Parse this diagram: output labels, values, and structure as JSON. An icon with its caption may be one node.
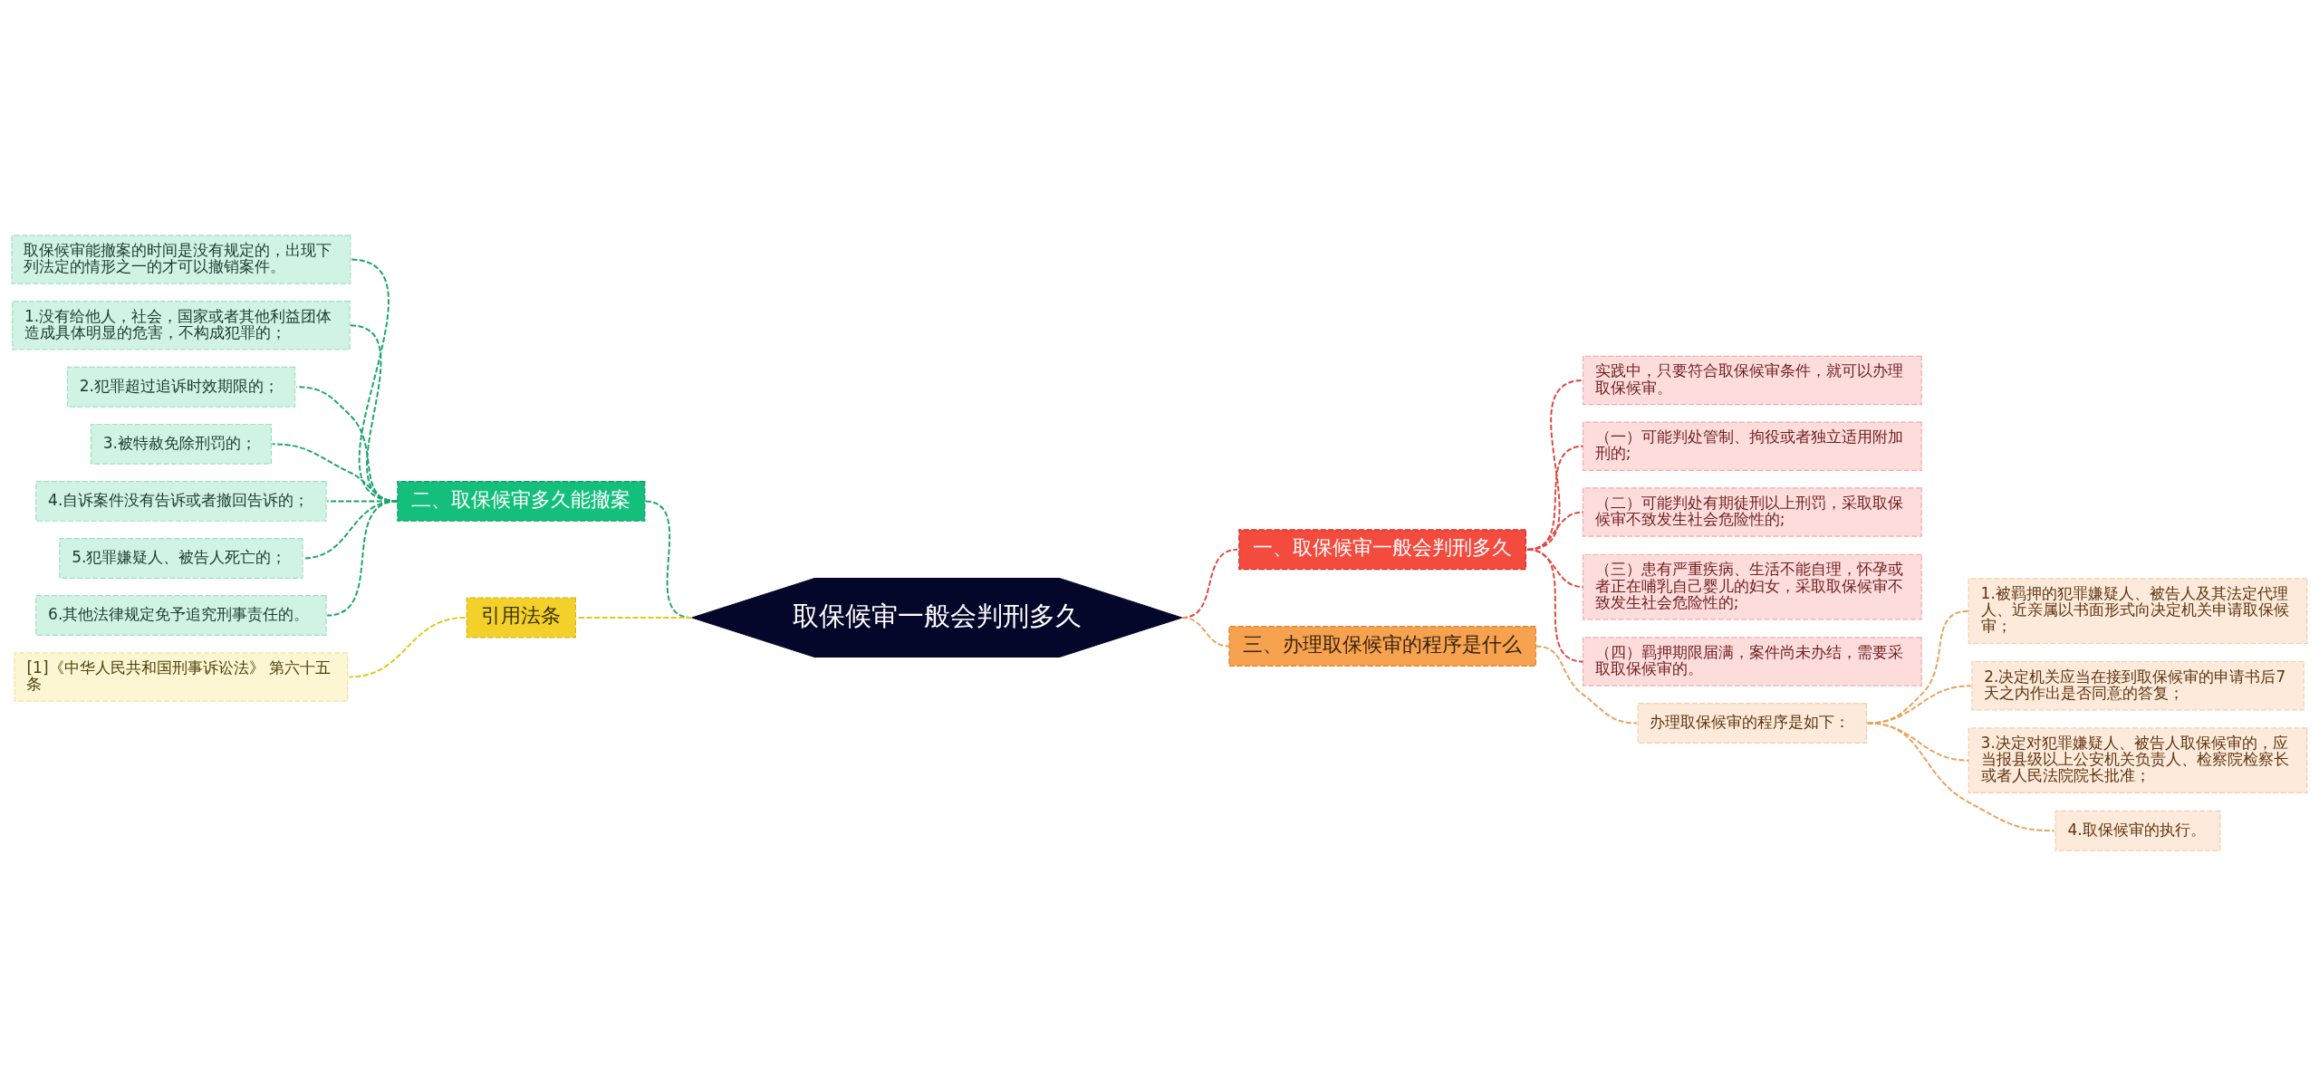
{
  "diagram": {
    "nodes": [
      {
        "text": [
          "取保候审一般会判刑多久"
        ]
      },
      {
        "text": [
          "一、取保候审一般会判刑多久"
        ]
      },
      {
        "text": [
          "实践中，只要符合取保候审条件，就可以办理取保候审。"
        ]
      },
      {
        "text": [
          "（一）可能判处管制、拘役或者独立适用附加刑的;"
        ]
      },
      {
        "text": [
          "（二）可能判处有期徒刑以上刑罚，采取取保候审不致发生社会危险性的;"
        ]
      },
      {
        "text": [
          "（三）患有严重疾病、生活不能自理，怀孕或者正在哺乳自己婴儿的妇女，采取取保候审不致发生社会危险性的;"
        ]
      },
      {
        "text": [
          "（四）羁押期限届满，案件尚未办结，需要采取取保候审的。"
        ]
      },
      {
        "text": [
          "三、办理取保候审的程序是什么"
        ]
      },
      {
        "text": [
          "办理取保候审的程序是如下："
        ]
      },
      {
        "text": [
          "1.被羁押的犯罪嫌疑人、被告人及其法定代理人、近亲属以书面形式向决定机关申请取保候审；"
        ]
      },
      {
        "text": [
          "2.决定机关应当在接到取保候审的申请书后7天之内作出是否同意的答复；"
        ]
      },
      {
        "text": [
          "3.决定对犯罪嫌疑人、被告人取保候审的，应当报县级以上公安机关负责人、检察院检察长或者人民法院院长批准；"
        ]
      },
      {
        "text": [
          "4.取保候审的执行。"
        ]
      },
      {
        "text": [
          "二、取保候审多久能撤案"
        ]
      },
      {
        "text": [
          "取保候审能撤案的时间是没有规定的，出现下列法定的情形之一的才可以撤销案件。"
        ]
      },
      {
        "text": [
          "1.没有给他人，社会，国家或者其他利益团体造成具体明显的危害，不构成犯罪的；"
        ]
      },
      {
        "text": [
          "2.犯罪超过追诉时效期限的；"
        ]
      },
      {
        "text": [
          "3.被特赦免除刑罚的；"
        ]
      },
      {
        "text": [
          "4.自诉案件没有告诉或者撤回告诉的；"
        ]
      },
      {
        "text": [
          "5.犯罪嫌疑人、被告人死亡的；"
        ]
      },
      {
        "text": [
          "6.其他法律规定免予追究刑事责任的。"
        ]
      },
      {
        "text": [
          "引用法条"
        ]
      },
      {
        "text": [
          "[1]《中华人民共和国刑事诉讼法》 第六十五条"
        ]
      }
    ],
    "edges": [
      {
        "from": 0,
        "to": 1,
        "arrow": "none",
        "style": "dashed",
        "color": "#e0463f"
      },
      {
        "from": 1,
        "to": 2,
        "arrow": "none",
        "style": "dashed",
        "color": "#e0463f"
      },
      {
        "from": 1,
        "to": 3,
        "arrow": "none",
        "style": "dashed",
        "color": "#e0463f"
      },
      {
        "from": 1,
        "to": 4,
        "arrow": "none",
        "style": "dashed",
        "color": "#e0463f"
      },
      {
        "from": 1,
        "to": 5,
        "arrow": "none",
        "style": "dashed",
        "color": "#e0463f"
      },
      {
        "from": 1,
        "to": 6,
        "arrow": "none",
        "style": "dashed",
        "color": "#e0463f"
      },
      {
        "from": 0,
        "to": 7,
        "arrow": "none",
        "style": "dashed",
        "color": "#e8a25a"
      },
      {
        "from": 7,
        "to": 8,
        "arrow": "none",
        "style": "dashed",
        "color": "#e8a25a"
      },
      {
        "from": 8,
        "to": 9,
        "arrow": "none",
        "style": "dashed",
        "color": "#e8a25a"
      },
      {
        "from": 8,
        "to": 10,
        "arrow": "none",
        "style": "dashed",
        "color": "#e8a25a"
      },
      {
        "from": 8,
        "to": 11,
        "arrow": "none",
        "style": "dashed",
        "color": "#e8a25a"
      },
      {
        "from": 8,
        "to": 12,
        "arrow": "none",
        "style": "dashed",
        "color": "#e8a25a"
      },
      {
        "from": 0,
        "to": 13,
        "arrow": "none",
        "style": "dashed",
        "color": "#1aa56a"
      },
      {
        "from": 13,
        "to": 14,
        "arrow": "none",
        "style": "dashed",
        "color": "#1aa56a"
      },
      {
        "from": 13,
        "to": 15,
        "arrow": "none",
        "style": "dashed",
        "color": "#1aa56a"
      },
      {
        "from": 13,
        "to": 16,
        "arrow": "none",
        "style": "dashed",
        "color": "#1aa56a"
      },
      {
        "from": 13,
        "to": 17,
        "arrow": "none",
        "style": "dashed",
        "color": "#1aa56a"
      },
      {
        "from": 13,
        "to": 18,
        "arrow": "none",
        "style": "dashed",
        "color": "#1aa56a"
      },
      {
        "from": 13,
        "to": 19,
        "arrow": "none",
        "style": "dashed",
        "color": "#1aa56a"
      },
      {
        "from": 13,
        "to": 20,
        "arrow": "none",
        "style": "dashed",
        "color": "#1aa56a"
      },
      {
        "from": 0,
        "to": 21,
        "arrow": "none",
        "style": "dashed",
        "color": "#e6c619"
      },
      {
        "from": 21,
        "to": 22,
        "arrow": "none",
        "style": "dashed",
        "color": "#e6c619"
      }
    ]
  }
}
